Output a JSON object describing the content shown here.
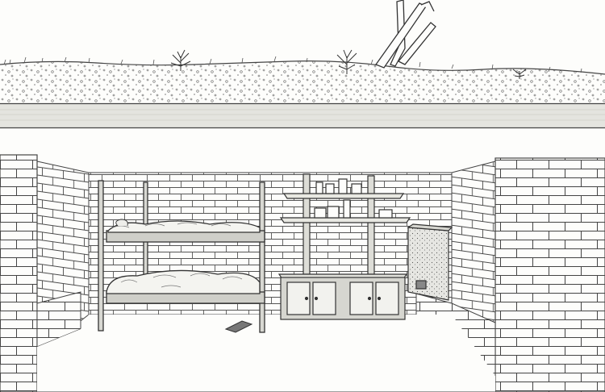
{
  "image": {
    "style": "pencil line drawing",
    "colors": {
      "ink": "#3a3a3a",
      "paper": "#fdfdfb",
      "shade": "#bdbdb8"
    }
  },
  "scene": {
    "surface": {
      "elements": [
        "grass",
        "gravel-soil",
        "plants",
        "broken-post"
      ]
    },
    "ceiling": {
      "elements": [
        "ceiling-slab"
      ]
    },
    "shelter": {
      "elements": [
        "left-brick-wall",
        "back-brick-wall",
        "right-brick-wall",
        "bunk-bed",
        "shelves",
        "cabinet",
        "stove",
        "book-on-floor"
      ]
    }
  }
}
